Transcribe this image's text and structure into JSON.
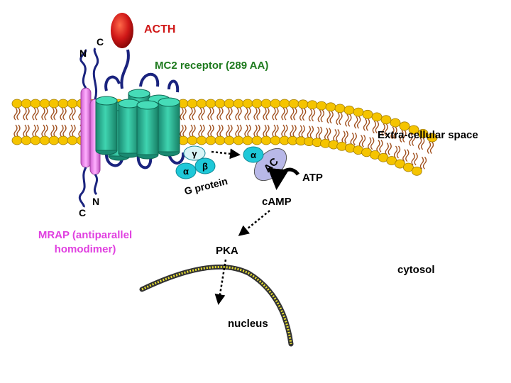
{
  "labels": {
    "acth": "ACTH",
    "receptor": "MC2 receptor (289 AA)",
    "extracellular": "Extra-cellular space",
    "g_protein": "G protein",
    "atp": "ATP",
    "camp": "cAMP",
    "mrap": "MRAP (antiparallel homodimer)",
    "pka": "PKA",
    "cytosol": "cytosol",
    "nucleus": "nucleus",
    "ac": "AC",
    "alpha": "α",
    "beta": "β",
    "gamma": "γ",
    "alpha_free": "α"
  },
  "termini": {
    "mrap1_top": "N",
    "mrap2_top": "C",
    "mrap1_bottom": "C",
    "mrap2_bottom": "N"
  },
  "colors": {
    "acth": "#d01818",
    "receptor_text": "#1e7a1e",
    "mrap_text": "#e040e0",
    "head": "#f5c400",
    "tail": "#a0501e",
    "helix": "#2ab89a",
    "chain": "#1a237e",
    "mrap_helix": "#f088f0",
    "g_subunit": "#1ec8d8",
    "ac": "#b8b8e8"
  }
}
